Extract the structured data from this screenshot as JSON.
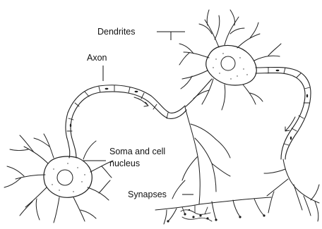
{
  "diagram": {
    "labels": {
      "dendrites": "Dendrites",
      "axon": "Axon",
      "soma_line1": "Soma and cell",
      "soma_line2": "nucleus",
      "synapses": "Synapses"
    },
    "colors": {
      "ink": "#1e1e1e",
      "background": "#ffffff"
    }
  }
}
